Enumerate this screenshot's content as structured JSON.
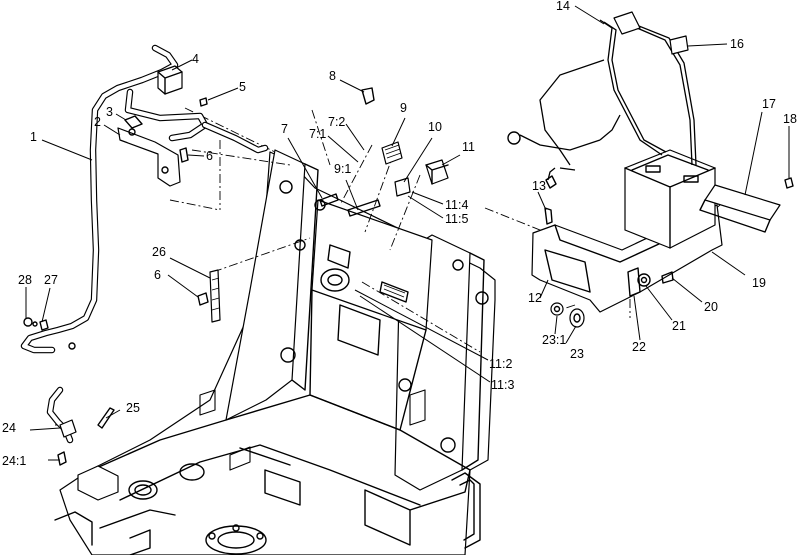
{
  "callouts": {
    "c1": "1",
    "c2": "2",
    "c3": "3",
    "c4": "4",
    "c5": "5",
    "c6a": "6",
    "c6b": "6",
    "c7": "7",
    "c7_1": "7:1",
    "c7_2": "7:2",
    "c8": "8",
    "c9": "9",
    "c9_1": "9:1",
    "c10": "10",
    "c11": "11",
    "c11_2": "11:2",
    "c11_3": "11:3",
    "c11_4": "11:4",
    "c11_5": "11:5",
    "c12": "12",
    "c13": "13",
    "c14": "14",
    "c16": "16",
    "c17": "17",
    "c18": "18",
    "c19": "19",
    "c20": "20",
    "c21": "21",
    "c22": "22",
    "c23": "23",
    "c23_1": "23:1",
    "c24": "24",
    "c24_1": "24:1",
    "c25": "25",
    "c26": "26",
    "c27": "27",
    "c28": "28"
  }
}
